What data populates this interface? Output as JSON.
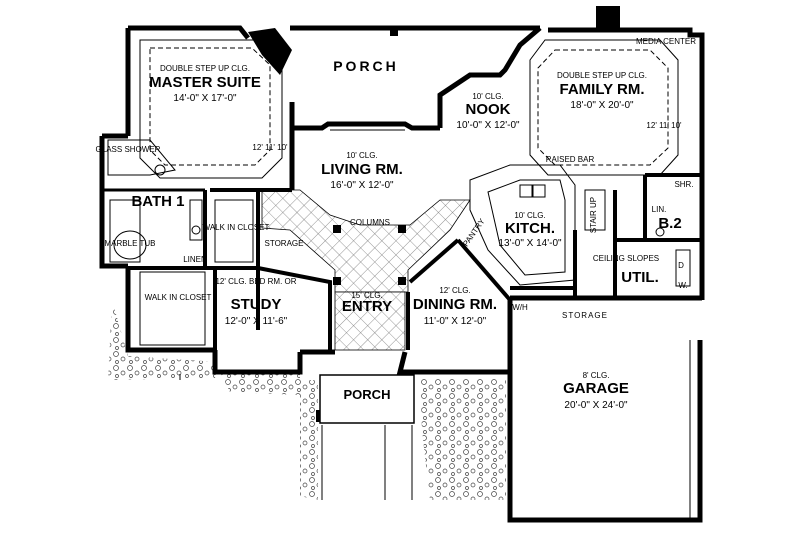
{
  "rooms": {
    "porch_top": "PORCH",
    "master": {
      "ceiling": "DOUBLE STEP UP CLG.",
      "name": "MASTER SUITE",
      "dims": "14'-0\" X 17'-0\"",
      "height": "12' 11' 10'"
    },
    "family": {
      "ceiling": "DOUBLE STEP UP CLG.",
      "name": "FAMILY RM.",
      "dims": "18'-0\" X 20'-0\"",
      "height": "12' 11' 10'"
    },
    "media": "MEDIA CENTER",
    "nook": {
      "ceiling": "10' CLG.",
      "name": "NOOK",
      "dims": "10'-0\" X 12'-0\""
    },
    "living": {
      "ceiling": "10' CLG.",
      "name": "LIVING RM.",
      "dims": "16'-0\" X 12'-0\""
    },
    "glass_shower": "GLASS SHOWER",
    "bath1": "BATH 1",
    "marble_tub": "MARBLE TUB",
    "linen": "LINEN",
    "walk_in_closet_small": "WALK IN CLOSET",
    "storage_mid": "STORAGE",
    "columns": "COLUMNS",
    "raised_bar": "RAISED BAR",
    "kitchen": {
      "ceiling": "10' CLG.",
      "name": "KITCH.",
      "dims": "13'-0\" X 14'-0\""
    },
    "pantry": "PANTRY",
    "stair_up": "STAIR UP",
    "shr": "SHR.",
    "lin": "LIN.",
    "b2": "B.2",
    "dryer": "D",
    "washer": "W.",
    "ceiling_slopes": "CEILING SLOPES",
    "util": "UTIL.",
    "walk_in_closet_big": "WALK IN CLOSET",
    "study": {
      "ceiling": "12' CLG. BED RM. OR",
      "name": "STUDY",
      "dims": "12'-0\" X 11'-6\""
    },
    "entry": {
      "ceiling": "15' CLG.",
      "name": "ENTRY"
    },
    "dining": {
      "ceiling": "12' CLG.",
      "name": "DINING RM.",
      "dims": "11'-0\" X 12'-0\""
    },
    "wh": "W/H",
    "storage_garage": "STORAGE",
    "garage": {
      "ceiling": "8' CLG.",
      "name": "GARAGE",
      "dims": "20'-0\" X 24'-0\""
    },
    "porch_front": "PORCH"
  }
}
